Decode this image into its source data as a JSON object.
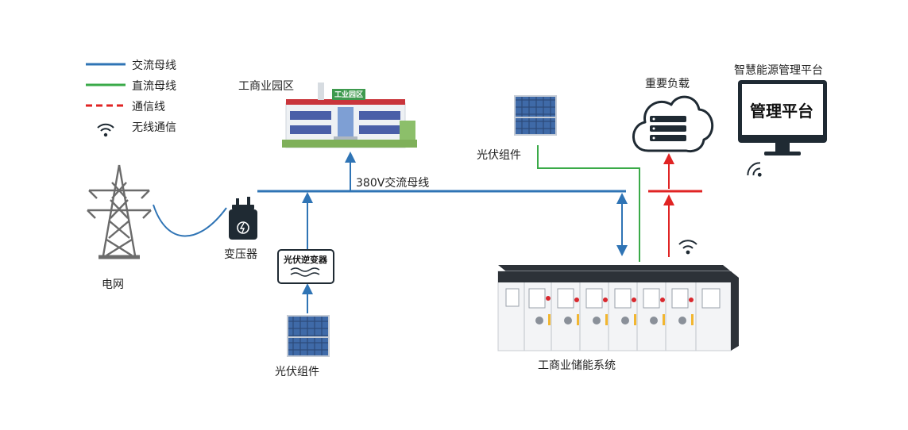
{
  "legend": {
    "ac_bus": "交流母线",
    "dc_bus": "直流母线",
    "comm_line": "通信线",
    "wireless": "无线通信"
  },
  "nodes": {
    "industrial_park": "工商业园区",
    "park_sign": "工业园区",
    "grid": "电网",
    "transformer": "变压器",
    "inverter": "光伏逆变器",
    "pv_left": "光伏组件",
    "pv_right": "光伏组件",
    "critical_load": "重要负载",
    "ems_title": "智慧能源管理平台",
    "ems_screen": "管理平台",
    "storage": "工商业储能系统"
  },
  "bus_label": "380V交流母线",
  "colors": {
    "ac": "#2f74b5",
    "dc": "#3aaa48",
    "comm": "#e02424",
    "dark": "#1f2a33"
  }
}
